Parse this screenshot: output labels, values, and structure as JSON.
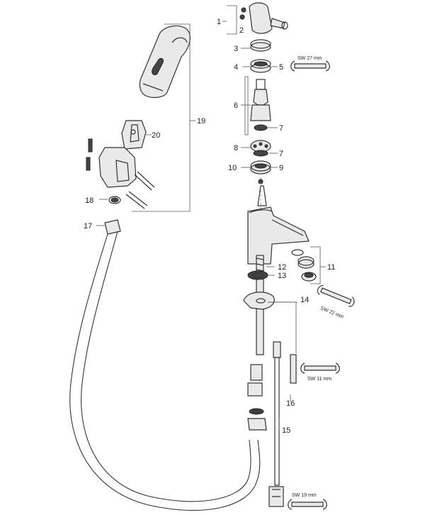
{
  "callouts": {
    "c1": "1",
    "c2": "2",
    "c3": "3",
    "c4": "4",
    "c5": "5",
    "c6": "6",
    "c7a": "7",
    "c7b": "7",
    "c8": "8",
    "c9": "9",
    "c10": "10",
    "c11": "11",
    "c12": "12",
    "c13": "13",
    "c14": "14",
    "c15": "15",
    "c16": "16",
    "c17": "17",
    "c18": "18",
    "c19": "19",
    "c20": "20"
  },
  "wrench_sizes": {
    "sw27": "SW 27 mm",
    "sw22": "SW 22 mm",
    "sw11": "SW 11 mm",
    "sw19": "SW 19 mm"
  }
}
